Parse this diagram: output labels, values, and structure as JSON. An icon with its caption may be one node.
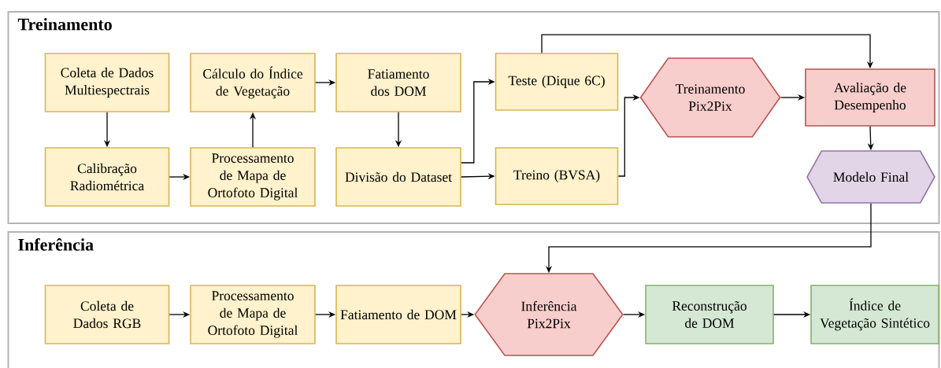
{
  "diagram": {
    "nodes": [
      {
        "text": [
          "Treinamento"
        ]
      },
      {
        "text": [
          "Coleta de Dados Multiespectrais"
        ],
        "in": 0
      },
      {
        "text": [
          "Cálculo do Índice de Vegetação"
        ],
        "in": 0
      },
      {
        "text": [
          "Fatiamento dos DOM"
        ],
        "in": 0
      },
      {
        "text": [
          "Teste (Dique 6C)"
        ],
        "in": 0
      },
      {
        "text": [
          "Treinamento Pix2Pix"
        ],
        "in": 0
      },
      {
        "text": [
          "Avaliação de Desempenho"
        ],
        "in": 0
      },
      {
        "text": [
          "Calibração Radiométrica"
        ],
        "in": 0
      },
      {
        "text": [
          "Processamento de Mapa de Ortofoto Digital"
        ],
        "in": 0
      },
      {
        "text": [
          "Divisão do Dataset"
        ],
        "in": 0
      },
      {
        "text": [
          "Treino (BVSA)"
        ],
        "in": 0
      },
      {
        "text": [
          "Modelo Final"
        ],
        "in": 0
      },
      {
        "text": [
          "Inferência"
        ]
      },
      {
        "text": [
          "Coleta de Dados RGB"
        ],
        "in": 12
      },
      {
        "text": [
          "Processamento de Mapa de Ortofoto Digital"
        ],
        "in": 12
      },
      {
        "text": [
          "Fatiamento de DOM"
        ],
        "in": 12
      },
      {
        "text": [
          "Inferência Pix2Pix"
        ],
        "in": 12
      },
      {
        "text": [
          "Reconstrução de DOM"
        ],
        "in": 12
      },
      {
        "text": [
          "Índice de Vegetação Sintético"
        ],
        "in": 12
      }
    ],
    "edges": [
      {
        "from": 1,
        "to": 7,
        "arrow": "to"
      },
      {
        "from": 7,
        "to": 8,
        "arrow": "to"
      },
      {
        "from": 8,
        "to": 2,
        "arrow": "to"
      },
      {
        "from": 2,
        "to": 3,
        "arrow": "to"
      },
      {
        "from": 3,
        "to": 9,
        "arrow": "to"
      },
      {
        "from": 9,
        "to": 4,
        "arrow": "to"
      },
      {
        "from": 9,
        "to": 10,
        "arrow": "to"
      },
      {
        "from": 4,
        "to": 6,
        "arrow": "to"
      },
      {
        "from": 10,
        "to": 5,
        "arrow": "to"
      },
      {
        "from": 5,
        "to": 6,
        "arrow": "to"
      },
      {
        "from": 6,
        "to": 11,
        "arrow": "to"
      },
      {
        "from": 11,
        "to": 16,
        "arrow": "to"
      },
      {
        "from": 13,
        "to": 14,
        "arrow": "to"
      },
      {
        "from": 14,
        "to": 15,
        "arrow": "to"
      },
      {
        "from": 15,
        "to": 16,
        "arrow": "to"
      },
      {
        "from": 16,
        "to": 17,
        "arrow": "to"
      },
      {
        "from": 17,
        "to": 18,
        "arrow": "to"
      }
    ]
  }
}
